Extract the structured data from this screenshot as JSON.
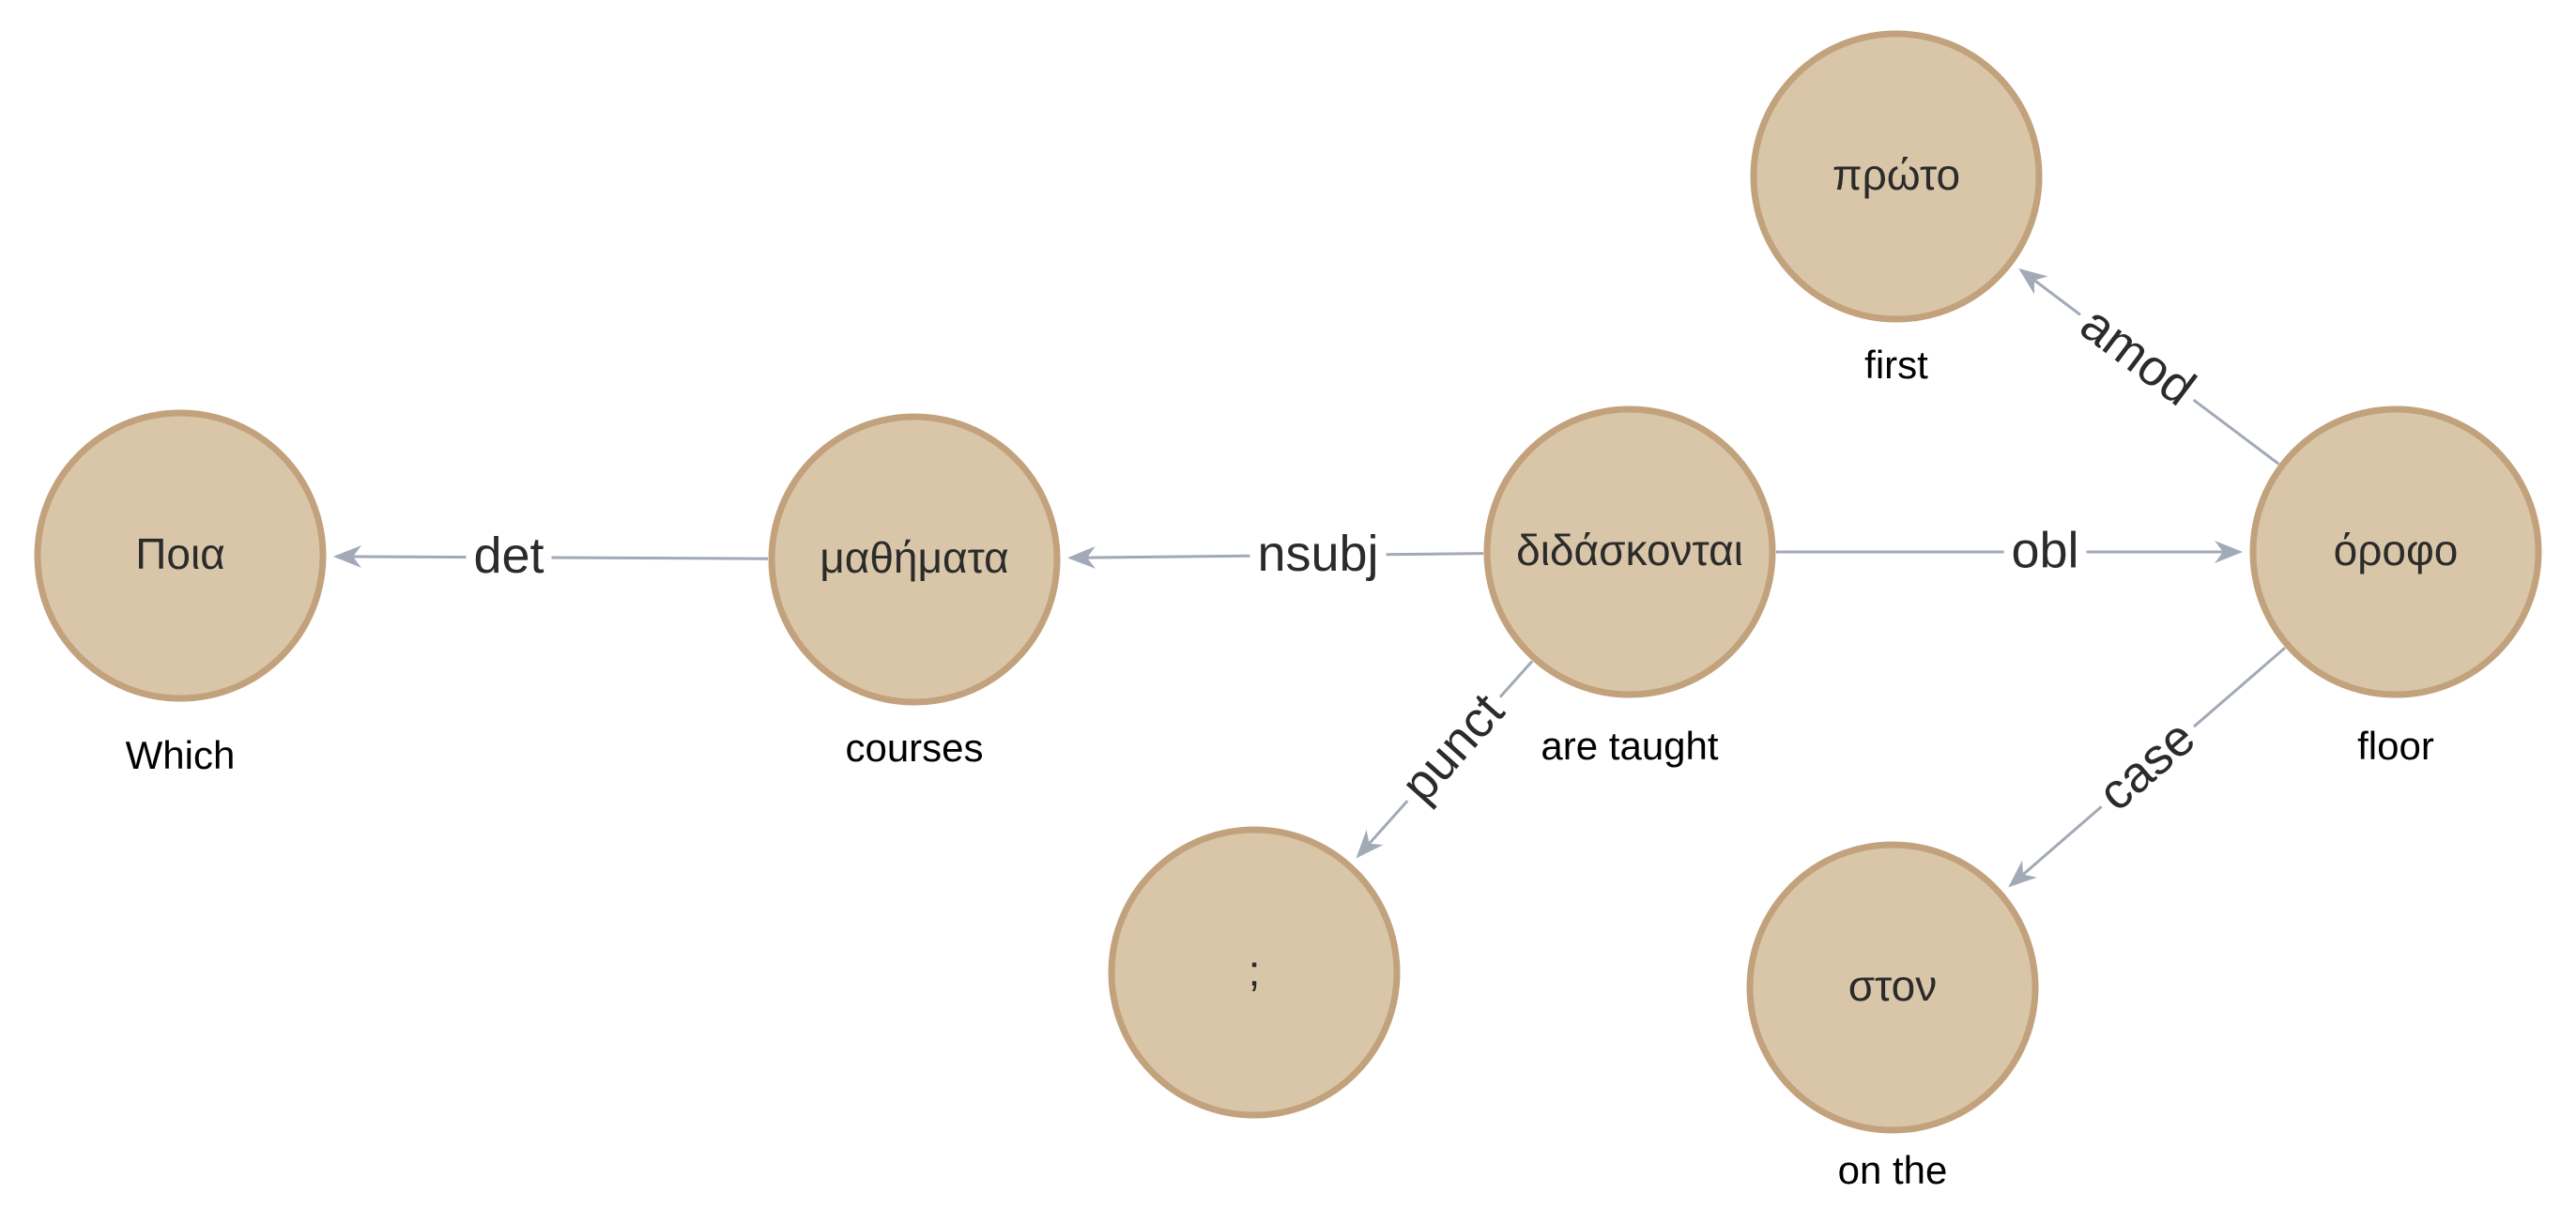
{
  "colors": {
    "node_fill": "#d9c6a8",
    "node_stroke": "#c2a27c",
    "edge": "#a2a9b7",
    "text": "#2b2b2b"
  },
  "nodes": [
    {
      "id": "poia",
      "label": "Ποια",
      "gloss": "Which"
    },
    {
      "id": "mathimata",
      "label": "μαθήματα",
      "gloss": "courses"
    },
    {
      "id": "didaskontai",
      "label": "διδάσκονται",
      "gloss": "are taught"
    },
    {
      "id": "punct",
      "label": ";",
      "gloss": ""
    },
    {
      "id": "orofo",
      "label": "όροφο",
      "gloss": "floor"
    },
    {
      "id": "proto",
      "label": "πρώτο",
      "gloss": "first"
    },
    {
      "id": "ston",
      "label": "στον",
      "gloss": "on the"
    }
  ],
  "edges": [
    {
      "from": "mathimata",
      "to": "poia",
      "label": "det"
    },
    {
      "from": "didaskontai",
      "to": "mathimata",
      "label": "nsubj"
    },
    {
      "from": "didaskontai",
      "to": "orofo",
      "label": "obl"
    },
    {
      "from": "didaskontai",
      "to": "punct",
      "label": "punct"
    },
    {
      "from": "orofo",
      "to": "proto",
      "label": "amod"
    },
    {
      "from": "orofo",
      "to": "ston",
      "label": "case"
    }
  ]
}
